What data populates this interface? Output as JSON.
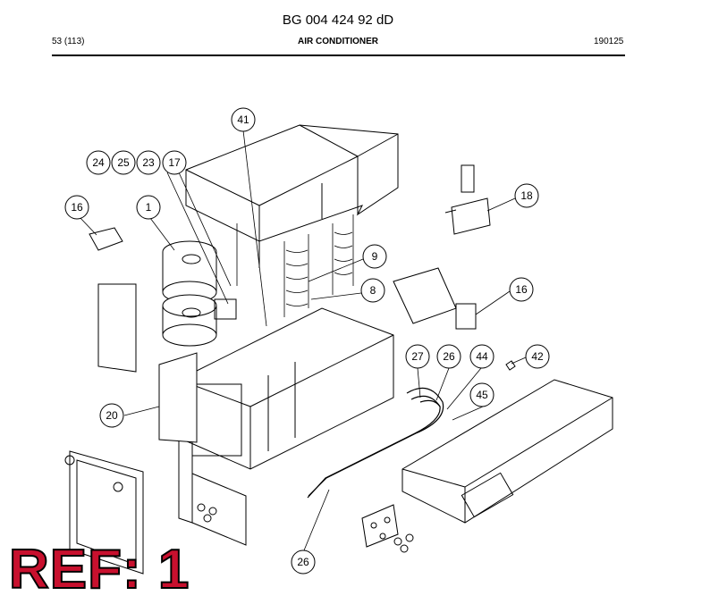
{
  "header": {
    "doc_id": "BG 004 424 92 dD",
    "page": "53 (113)",
    "section": "AIR CONDITIONER",
    "date": "190125"
  },
  "callouts": [
    "41",
    "24",
    "25",
    "23",
    "17",
    "16",
    "1",
    "18",
    "9",
    "8",
    "16",
    "20",
    "27",
    "26",
    "44",
    "42",
    "45",
    "26"
  ],
  "ref_label": "REF: 1"
}
